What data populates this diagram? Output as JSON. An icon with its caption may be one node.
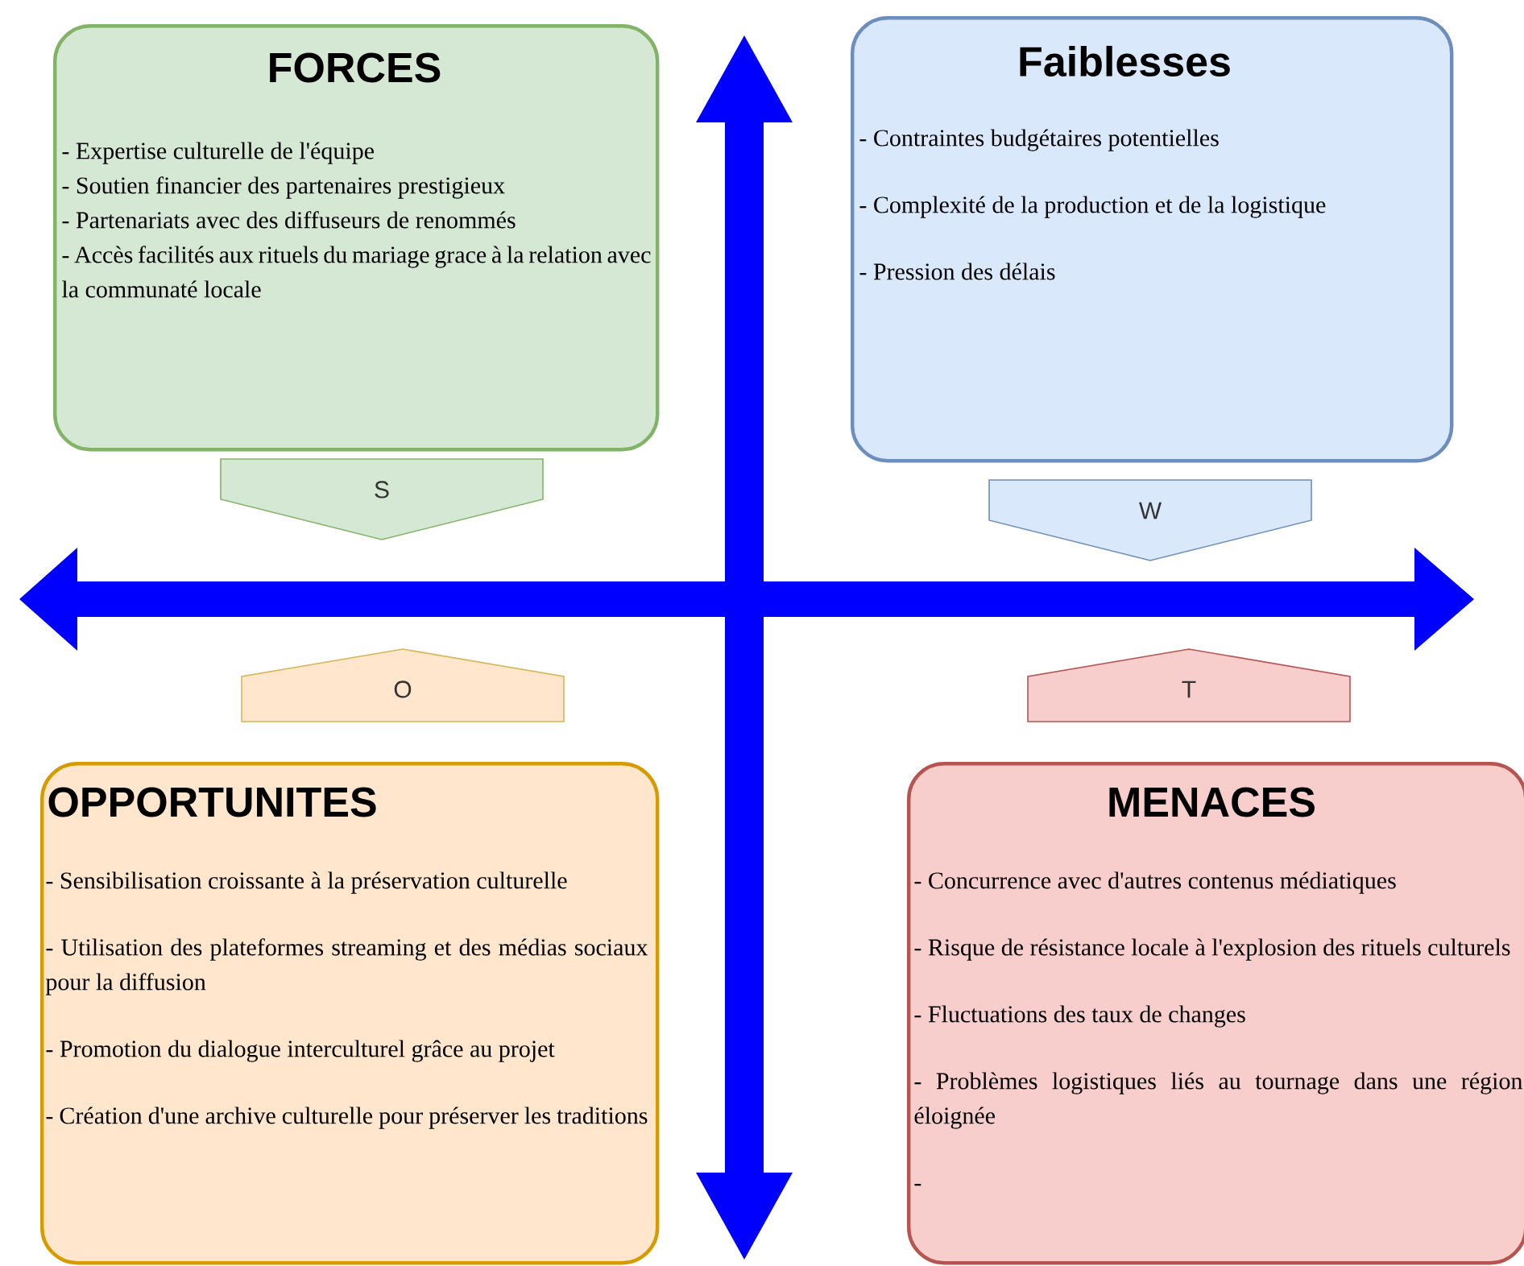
{
  "diagram": {
    "nodes": [
      {
        "text": [
          "FORCES",
          "- Expertise culturelle de l'équipe",
          "- Soutien financier des partenaires prestigieux",
          "- Partenariats avec des diffuseurs de renommés",
          "- Accès facilités aux rituels du mariage grace à la relation avec la communaté locale"
        ]
      },
      {
        "text": [
          "Faiblesses",
          "- Contraintes budgétaires potentielles",
          "- Complexité de la production et de la logistique",
          "- Pression des délais"
        ]
      },
      {
        "text": [
          "OPPORTUNITES",
          "- Sensibilisation croissante à la préservation culturelle",
          "- Utilisation des plateformes streaming et des médias sociaux pour la diffusion",
          "- Promotion du dialogue interculturel grâce au projet",
          "- Création d'une archive culturelle pour préserver les traditions"
        ]
      },
      {
        "text": [
          "MENACES",
          "- Concurrence avec d'autres contenus médiatiques",
          "- Risque de résistance locale à l'explosion des rituels culturels",
          "- Fluctuations des taux de changes",
          "- Problèmes logistiques liés au tournage dans une région éloignée",
          "-"
        ]
      },
      {
        "text": [
          "S"
        ]
      },
      {
        "text": [
          "W"
        ]
      },
      {
        "text": [
          "O"
        ]
      },
      {
        "text": [
          "T"
        ]
      }
    ]
  }
}
